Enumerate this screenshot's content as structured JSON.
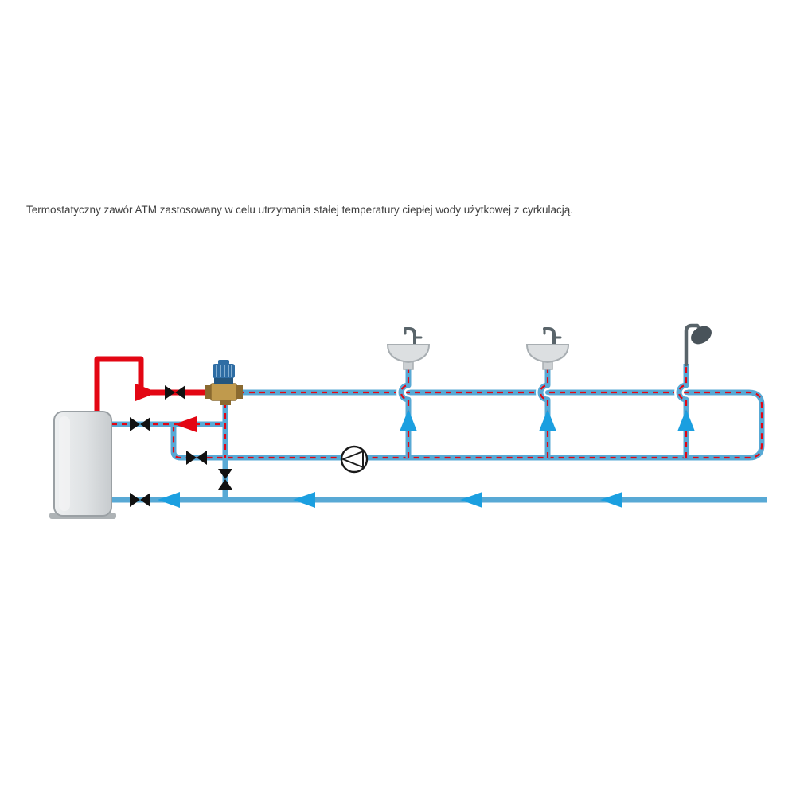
{
  "page": {
    "title": "Termostatyczny zawór ATM zastosowany w celu utrzymania stałej temperatury ciepłej wody użytkowej z cyrkulacją."
  },
  "colors": {
    "hot_water": "#e30613",
    "pipe_blue": "#58a9d5",
    "arrow_blue": "#1b9fe0",
    "valve_black": "#111111",
    "pump_stroke": "#1a1a1a",
    "brass": "#c09a4d",
    "brass_dark": "#8a6a30",
    "cap_blue": "#2e6da4",
    "cap_ridge": "#9fc3de",
    "tank_stroke": "#9aa0a4",
    "fixture_fill": "#dcdfe1",
    "fixture_stroke": "#a8aeb2",
    "fixture_metal": "#59646a",
    "fixture_head": "#49535a"
  },
  "components": {
    "tank": "storage-water-heater",
    "mixing_valve": "thermostatic-mixing-valve-ATM",
    "pump": "circulation-pump",
    "fixtures": [
      "washbasin",
      "washbasin",
      "shower"
    ],
    "valves": [
      "shutoff-valve-hot-supply",
      "shutoff-valve-tank-return",
      "shutoff-valve-circulation",
      "check-valve-cold-inlet",
      "shutoff-valve-cold-supply"
    ],
    "lines": {
      "hot": "hot-water-from-tank",
      "mixed": "mixed-water-supply",
      "circulation": "circulation-return",
      "cold": "cold-water-supply"
    }
  }
}
